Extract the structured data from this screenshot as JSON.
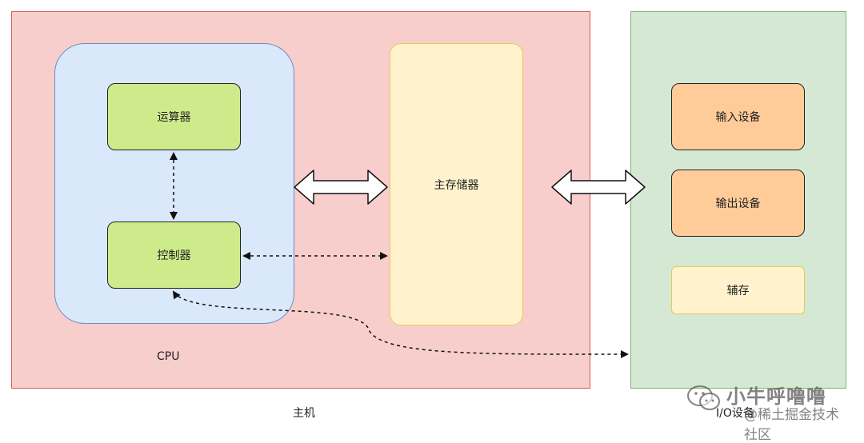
{
  "host": {
    "label": "主机"
  },
  "cpu": {
    "label": "CPU"
  },
  "alu": {
    "label": "运算器"
  },
  "controller": {
    "label": "控制器"
  },
  "main_memory": {
    "label": "主存储器"
  },
  "io": {
    "label": "I/O设备",
    "input": "输入设备",
    "output": "输出设备",
    "auxiliary": "辅存"
  },
  "watermark": {
    "name": "小牛呼噜噜",
    "site": "@稀土掘金技术社区"
  },
  "colors": {
    "host_fill": "#f8cecc",
    "io_fill": "#d5e8d4",
    "cpu_fill": "#dae8fc",
    "unit_fill": "#cdeb8b",
    "memory_fill": "#fff2cc",
    "device_fill": "#ffcc99"
  }
}
